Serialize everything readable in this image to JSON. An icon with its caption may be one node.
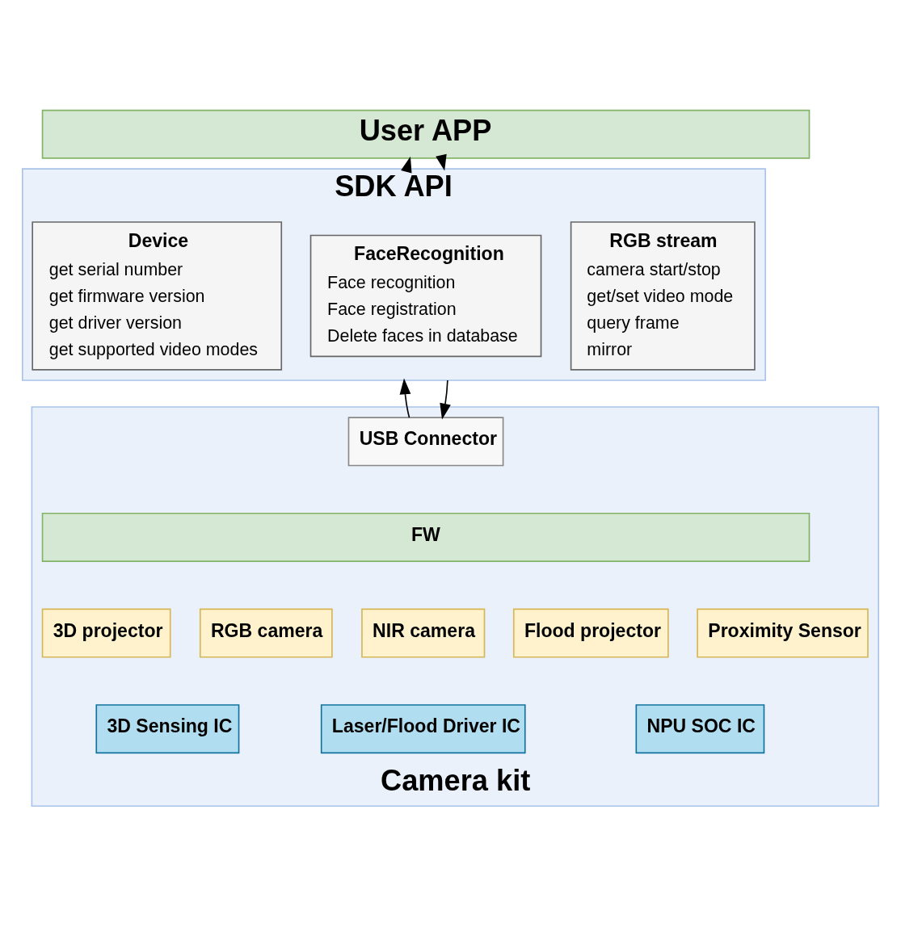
{
  "diagram": {
    "nodes": [
      {
        "text": [
          "User APP"
        ]
      },
      {
        "text": [
          "SDK API"
        ]
      },
      {
        "text": [
          "Device",
          "get serial number",
          "get firmware version",
          "get driver version",
          "get supported video modes"
        ],
        "in": 1
      },
      {
        "text": [
          "FaceRecognition",
          "Face recognition",
          "Face registration",
          "Delete faces in database"
        ],
        "in": 1
      },
      {
        "text": [
          "RGB stream",
          "camera start/stop",
          "get/set video mode",
          "query frame",
          "mirror"
        ],
        "in": 1
      },
      {
        "text": [
          "Camera kit"
        ]
      },
      {
        "text": [
          "USB Connector"
        ],
        "in": 5
      },
      {
        "text": [
          "FW"
        ],
        "in": 5
      },
      {
        "text": [
          "3D projector"
        ],
        "in": 5
      },
      {
        "text": [
          "RGB camera"
        ],
        "in": 5
      },
      {
        "text": [
          "NIR camera"
        ],
        "in": 5
      },
      {
        "text": [
          "Flood projector"
        ],
        "in": 5
      },
      {
        "text": [
          "Proximity Sensor"
        ],
        "in": 5
      },
      {
        "text": [
          "3D Sensing IC"
        ],
        "in": 5
      },
      {
        "text": [
          "Laser/Flood Driver IC"
        ],
        "in": 5
      },
      {
        "text": [
          "NPU SOC IC"
        ],
        "in": 5
      }
    ],
    "edges": [
      {
        "from": 0,
        "to": 1,
        "arrow": "to"
      },
      {
        "from": 1,
        "to": 0,
        "arrow": "to"
      },
      {
        "from": 1,
        "to": 6,
        "arrow": "to"
      },
      {
        "from": 6,
        "to": 1,
        "arrow": "to"
      }
    ]
  }
}
